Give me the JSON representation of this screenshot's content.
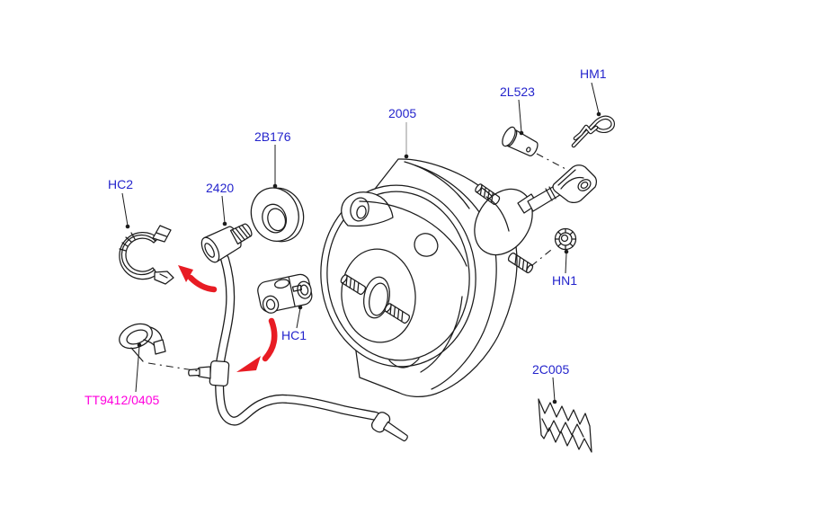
{
  "figure": {
    "diagram_type": "exploded-parts-diagram"
  },
  "colors": {
    "background": "#ffffff",
    "line_color": "#1c1c1c",
    "label_blue": "#2424cc",
    "label_magenta": "#ff00dd",
    "arrow_red": "#e81c24",
    "leader_gray": "#909090"
  },
  "labels": {
    "hc2": {
      "text": "HC2"
    },
    "p2420": {
      "text": "2420"
    },
    "b2176": {
      "text": "2B176"
    },
    "p2005": {
      "text": "2005"
    },
    "l2523": {
      "text": "2L523"
    },
    "hm1": {
      "text": "HM1"
    },
    "hn1": {
      "text": "HN1"
    },
    "hc1": {
      "text": "HC1"
    },
    "c2005": {
      "text": "2C005"
    },
    "tt": {
      "text": "TT9412/0405"
    }
  }
}
